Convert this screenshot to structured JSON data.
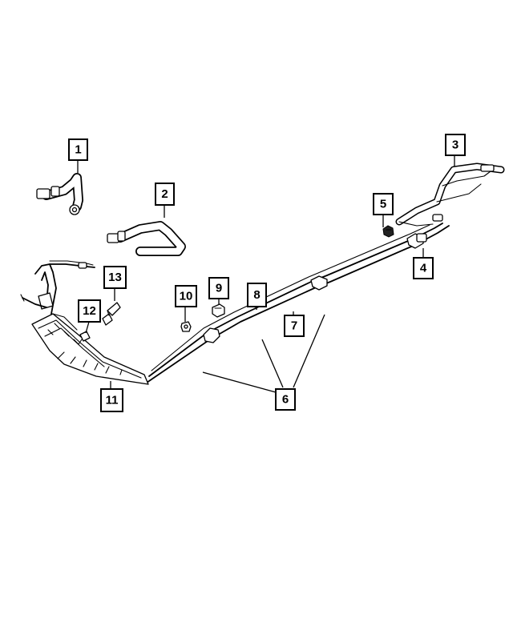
{
  "diagram": {
    "callouts": [
      {
        "id": "1",
        "label": "1"
      },
      {
        "id": "2",
        "label": "2"
      },
      {
        "id": "3",
        "label": "3"
      },
      {
        "id": "4",
        "label": "4"
      },
      {
        "id": "5",
        "label": "5"
      },
      {
        "id": "6",
        "label": "6"
      },
      {
        "id": "7",
        "label": "7"
      },
      {
        "id": "8",
        "label": "8"
      },
      {
        "id": "9",
        "label": "9"
      },
      {
        "id": "10",
        "label": "10"
      },
      {
        "id": "11",
        "label": "11"
      },
      {
        "id": "12",
        "label": "12"
      },
      {
        "id": "13",
        "label": "13"
      }
    ]
  },
  "colors": {
    "line": "#000000",
    "background": "#ffffff"
  }
}
